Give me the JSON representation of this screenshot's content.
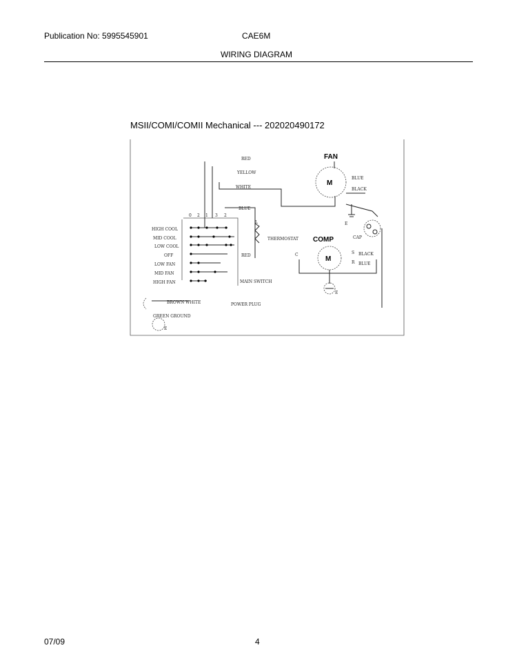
{
  "header": {
    "publication": "Publication No: 5995545901",
    "model": "CAE6M",
    "title": "WIRING DIAGRAM"
  },
  "diagram": {
    "title": "MSII/COMI/COMII Mechanical --- 202020490172",
    "switch_positions": [
      "HIGH COOL",
      "MID COOL",
      "LOW COOL",
      "OFF",
      "LOW FAN",
      "MID FAN",
      "HIGH FAN"
    ],
    "switch_terminals": [
      "0",
      "2",
      "1",
      "3",
      "2"
    ],
    "wire_labels": {
      "red": "RED",
      "yellow": "YELLOW",
      "white": "WHITE",
      "blue": "BLUE",
      "red2": "RED",
      "blue_fan": "BLUE",
      "black_fan": "BLACK",
      "black_comp": "BLACK",
      "blue_comp": "BLUE"
    },
    "component_labels": {
      "fan": "FAN",
      "comp": "COMP",
      "thermostat": "THERMOSTAT",
      "main_switch": "MAIN SWITCH",
      "fan_e": "E",
      "cap": "CAP",
      "comp_c": "C",
      "comp_r": "R",
      "comp_s": "S",
      "power_plug": "POWER PLUG",
      "brown_white": "BROWN WHITE",
      "green_ground": "GREEN GROUND",
      "ground": "E",
      "ground2": "E",
      "motor_symbol": "M",
      "comp_motor_symbol": "M"
    }
  },
  "footer": {
    "date": "07/09",
    "page": "4"
  }
}
